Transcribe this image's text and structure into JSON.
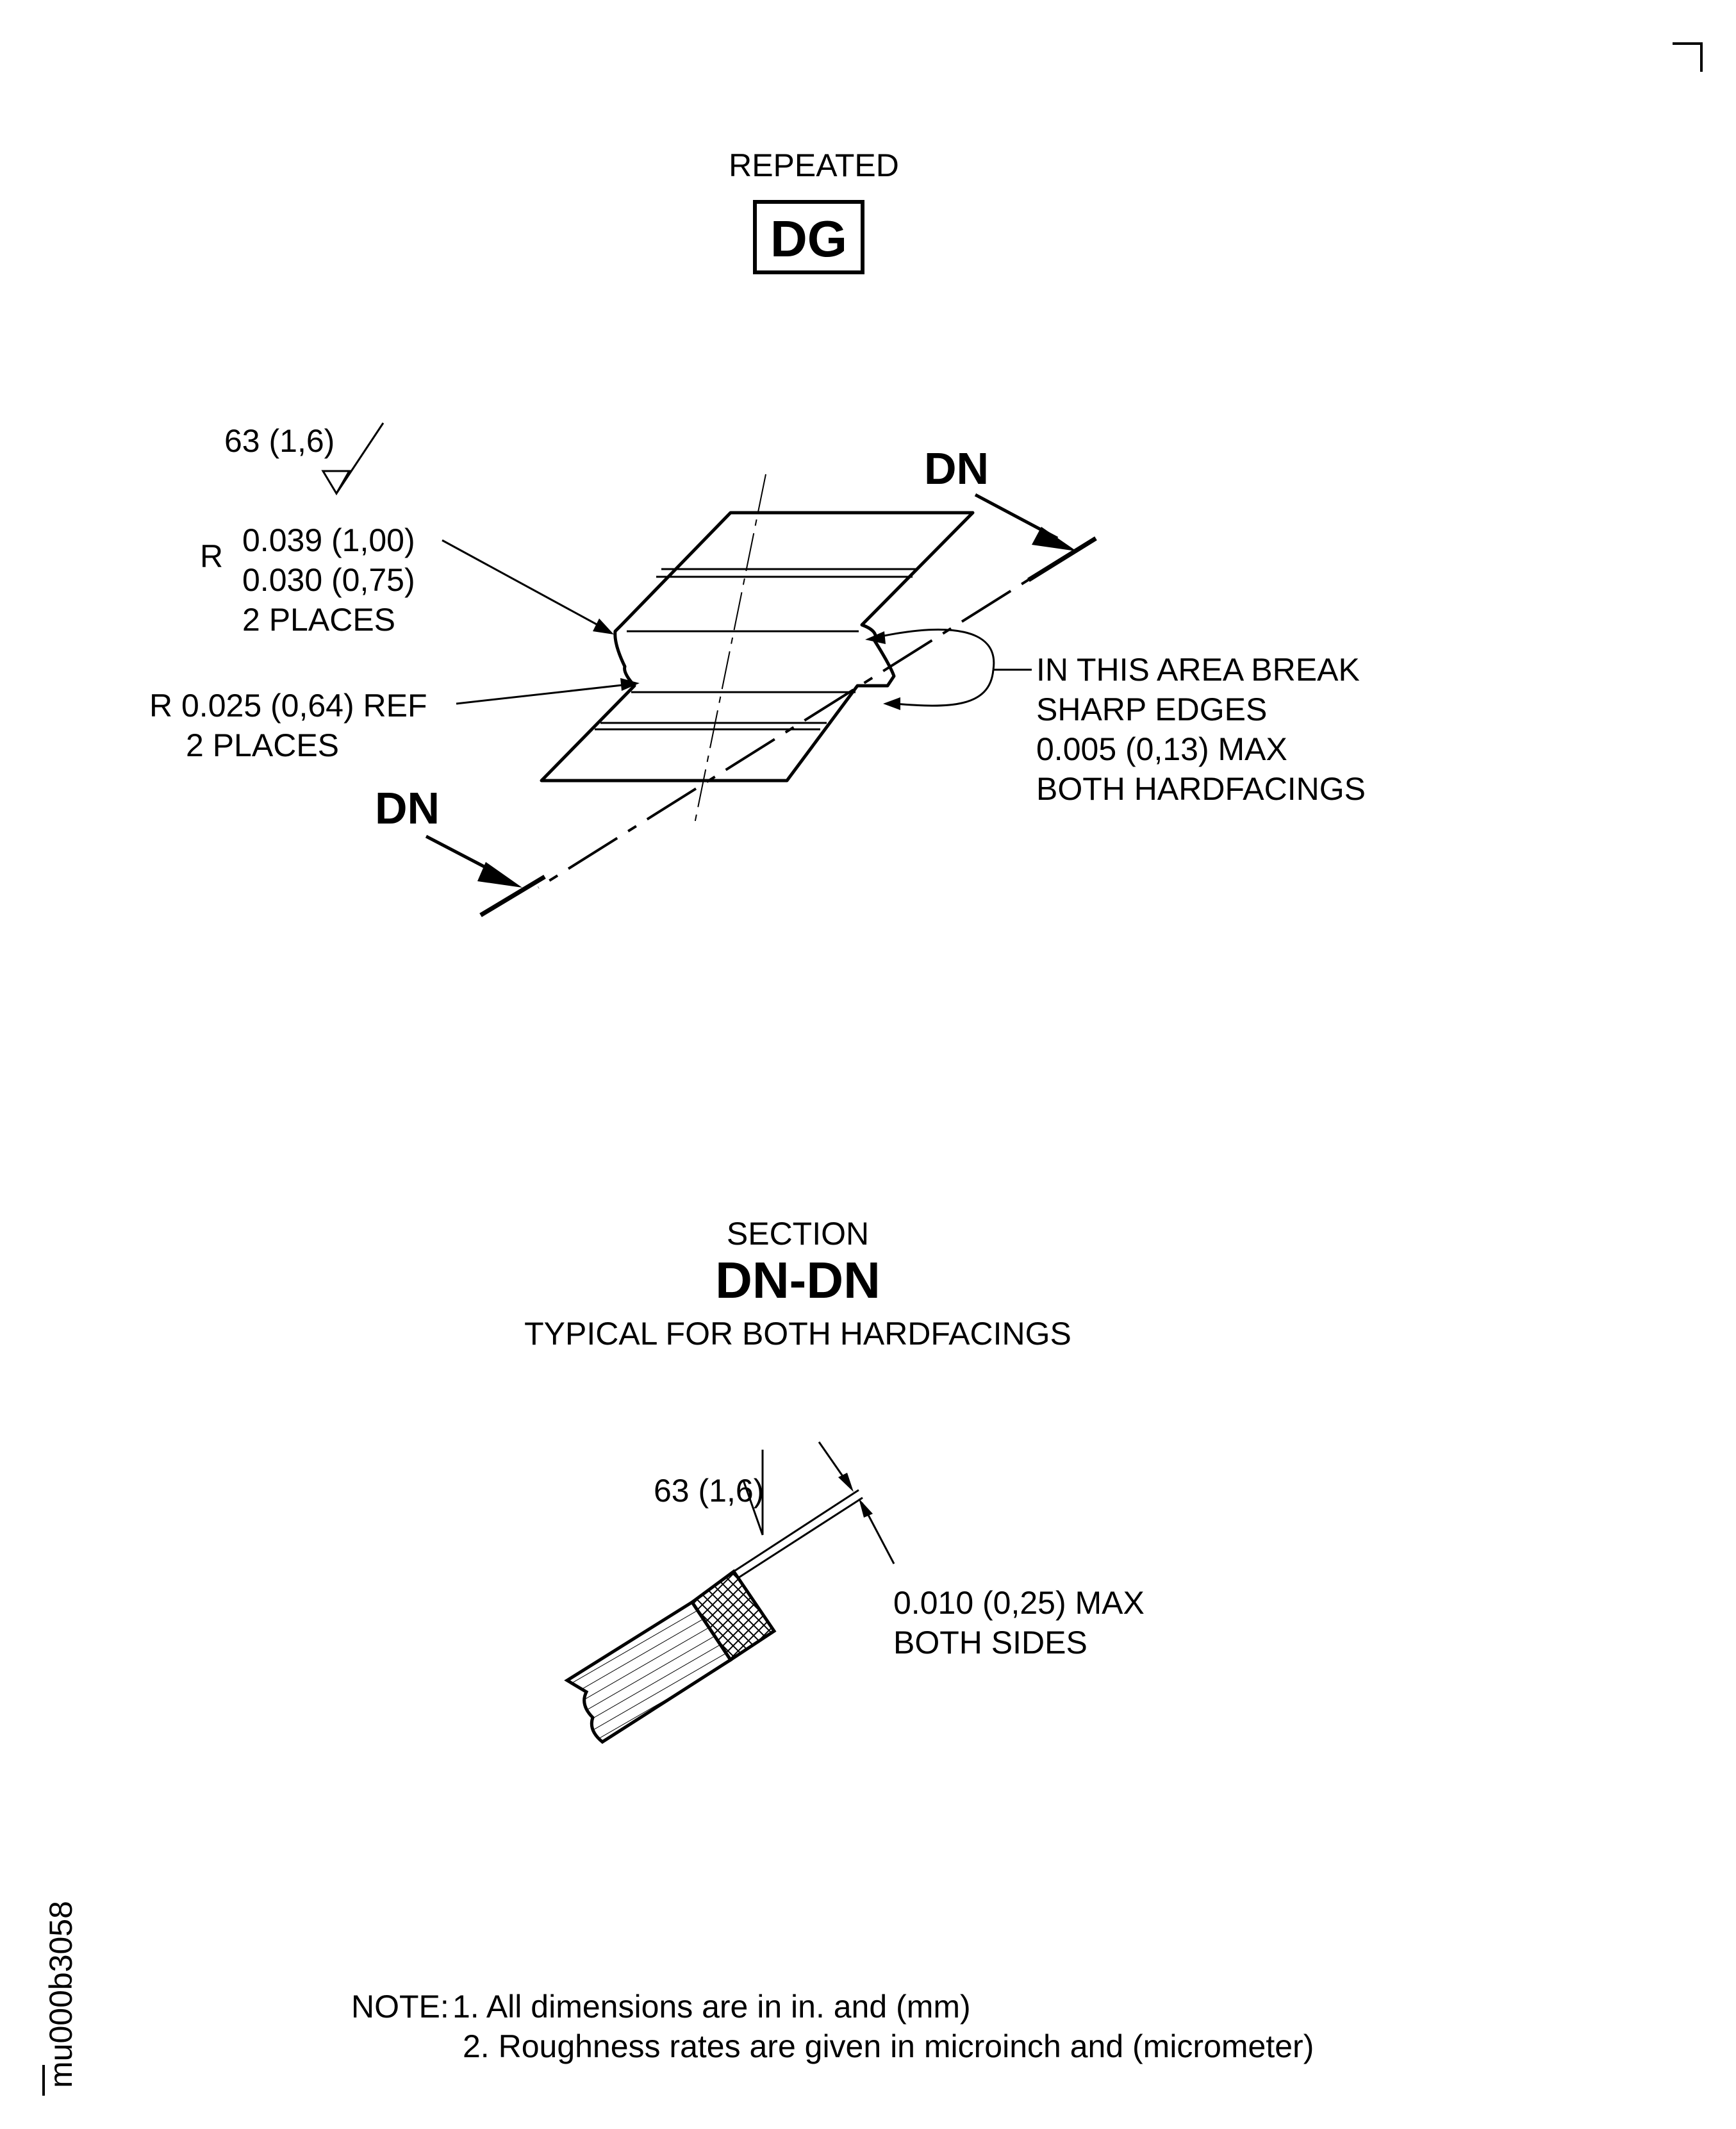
{
  "header": {
    "repeated_label": "REPEATED",
    "view_box_label": "DG"
  },
  "view_dg": {
    "surface_finish": "63 (1,6)",
    "radius_prefix": "R",
    "radius_upper_1": "0.039 (1,00)",
    "radius_upper_2": "0.030 (0,75)",
    "radius_upper_3": "2 PLACES",
    "radius_ref_1": "R 0.025 (0,64) REF",
    "radius_ref_2": "2 PLACES",
    "break_edges_1": "IN THIS AREA BREAK",
    "break_edges_2": "SHARP EDGES",
    "break_edges_3": "0.005 (0,13) MAX",
    "break_edges_4": "BOTH HARDFACINGS",
    "section_marker_top": "DN",
    "section_marker_bottom": "DN"
  },
  "section": {
    "label": "SECTION",
    "name": "DN-DN",
    "subtitle": "TYPICAL FOR BOTH HARDFACINGS",
    "surface_finish": "63 (1,6)",
    "dimension_1": "0.010 (0,25) MAX",
    "dimension_2": "BOTH SIDES"
  },
  "notes": {
    "prefix": "NOTE:",
    "note_1": "1. All dimensions are in in. and (mm)",
    "note_2": "2. Roughness rates are given in microinch and (micrometer)"
  },
  "side_id": "mu000b3058"
}
